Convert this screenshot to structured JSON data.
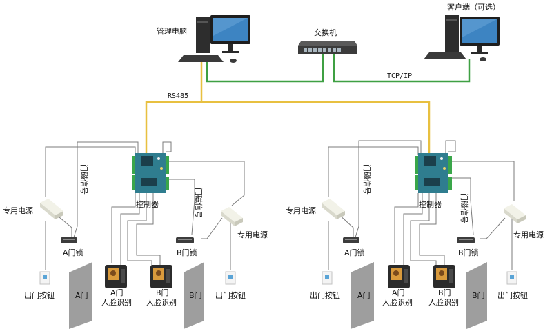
{
  "network": {
    "admin_pc_label": "管理电脑",
    "switch_label": "交换机",
    "client_label": "客户端（可选）",
    "rs485_label": "RS485",
    "tcpip_label": "TCP/IP"
  },
  "groups": [
    {
      "controller_label": "控制器",
      "power_label": "专用电源",
      "door_sensor_label": "门磁信号",
      "lock_a_label": "A门锁",
      "lock_b_label": "B门锁",
      "exit_button_label": "出门按钮",
      "door_a_label": "A门",
      "door_b_label": "B门",
      "face_a_label": "A门\n人脸识别",
      "face_b_label": "B门\n人脸识别"
    },
    {
      "controller_label": "控制器",
      "power_label": "专用电源",
      "door_sensor_label": "门磁信号",
      "lock_a_label": "A门锁",
      "lock_b_label": "B门锁",
      "exit_button_label": "出门按钮",
      "door_a_label": "A门",
      "door_b_label": "B门",
      "face_a_label": "A门\n人脸识别",
      "face_b_label": "B门\n人脸识别"
    }
  ],
  "colors": {
    "rs485": "#e8c040",
    "tcpip": "#3fa043",
    "wire": "#7b7b7b",
    "controller_board": "#2f7d8f",
    "terminal": "#3aa64a",
    "door": "#9e9e9e"
  }
}
